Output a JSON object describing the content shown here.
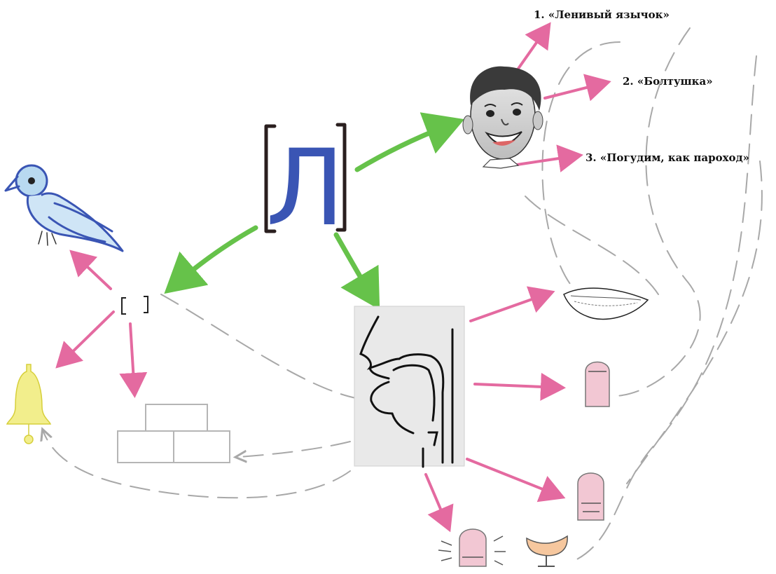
{
  "sound_letter": "Л",
  "steps": [
    {
      "label": "1. «Ленивый язычок»"
    },
    {
      "label": "2. «Болтушка»"
    },
    {
      "label": "3. «Погудим, как пароход»"
    }
  ],
  "colors": {
    "green_arrow": "#66c24a",
    "pink_arrow": "#e46aa0",
    "dash": "#a8a8a8",
    "bird": "#3a55b4",
    "bell": "#f2ee8c",
    "letter": "#3a55b4",
    "bracket": "#2a1f1f"
  }
}
